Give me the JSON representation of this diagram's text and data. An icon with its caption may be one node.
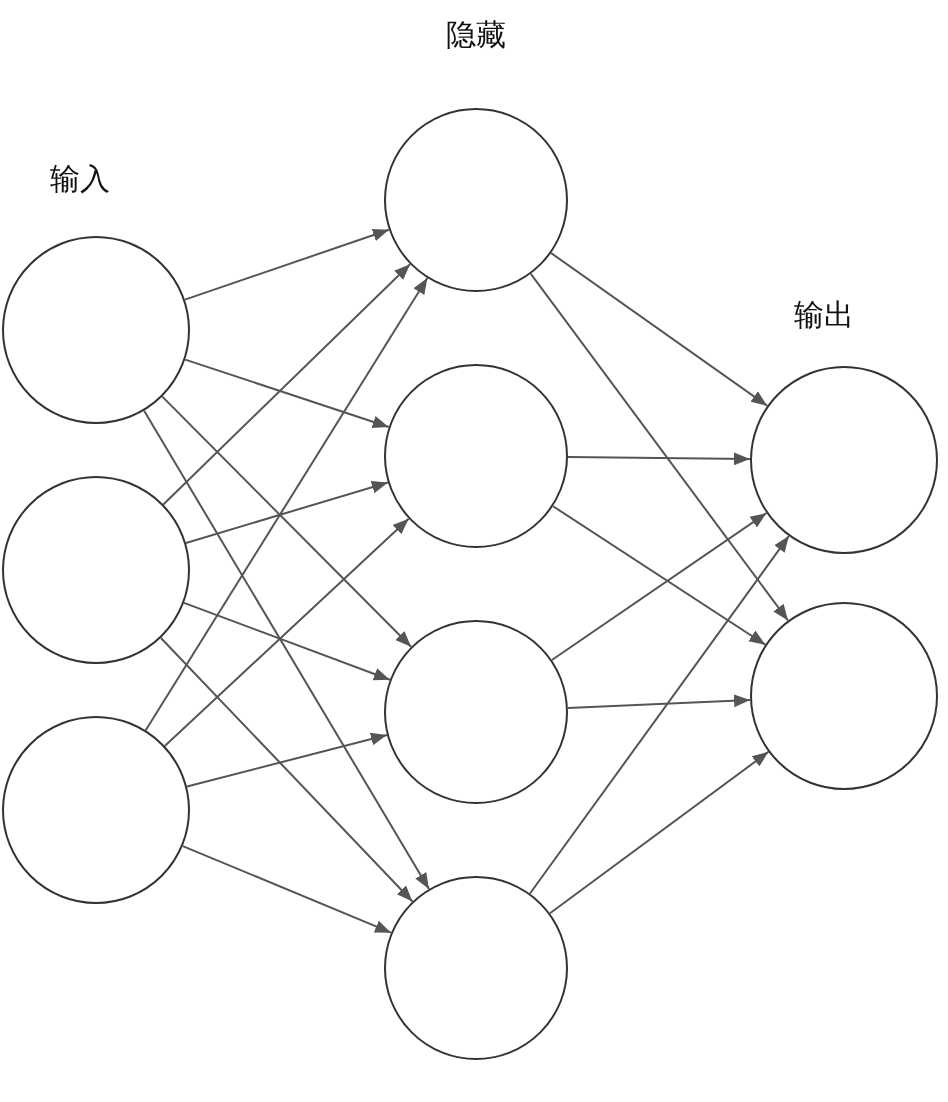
{
  "diagram": {
    "nodes": [
      {
        "text": [],
        "shape": "circle"
      },
      {
        "text": [],
        "shape": "circle"
      },
      {
        "text": [],
        "shape": "circle"
      },
      {
        "text": [],
        "shape": "circle"
      },
      {
        "text": [],
        "shape": "circle"
      },
      {
        "text": [],
        "shape": "circle"
      },
      {
        "text": [],
        "shape": "circle"
      },
      {
        "text": [],
        "shape": "circle"
      },
      {
        "text": [],
        "shape": "circle"
      }
    ],
    "edges": [
      {
        "from": 0,
        "to": 3,
        "arrow": "to"
      },
      {
        "from": 0,
        "to": 4,
        "arrow": "to"
      },
      {
        "from": 0,
        "to": 5,
        "arrow": "to"
      },
      {
        "from": 0,
        "to": 6,
        "arrow": "to"
      },
      {
        "from": 1,
        "to": 3,
        "arrow": "to"
      },
      {
        "from": 1,
        "to": 4,
        "arrow": "to"
      },
      {
        "from": 1,
        "to": 5,
        "arrow": "to"
      },
      {
        "from": 1,
        "to": 6,
        "arrow": "to"
      },
      {
        "from": 2,
        "to": 3,
        "arrow": "to"
      },
      {
        "from": 2,
        "to": 4,
        "arrow": "to"
      },
      {
        "from": 2,
        "to": 5,
        "arrow": "to"
      },
      {
        "from": 2,
        "to": 6,
        "arrow": "to"
      },
      {
        "from": 3,
        "to": 7,
        "arrow": "to"
      },
      {
        "from": 3,
        "to": 8,
        "arrow": "to"
      },
      {
        "from": 4,
        "to": 7,
        "arrow": "to"
      },
      {
        "from": 4,
        "to": 8,
        "arrow": "to"
      },
      {
        "from": 5,
        "to": 7,
        "arrow": "to"
      },
      {
        "from": 5,
        "to": 8,
        "arrow": "to"
      },
      {
        "from": 6,
        "to": 7,
        "arrow": "to"
      },
      {
        "from": 6,
        "to": 8,
        "arrow": "to"
      }
    ],
    "labels": [
      "隐藏",
      "输入",
      "输出"
    ]
  }
}
